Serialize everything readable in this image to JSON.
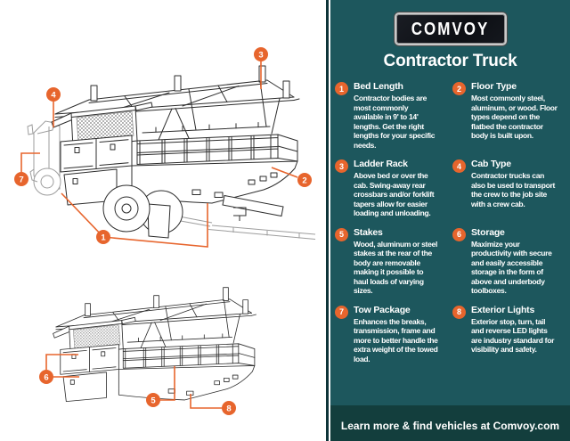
{
  "brand": {
    "logo_text": "COMVOY"
  },
  "header": {
    "title": "Contractor Truck"
  },
  "features": [
    {
      "num": "1",
      "title": "Bed Length",
      "desc": "Contractor bodies are\nmost commonly\navailable in 9' to 14'\nlengths. Get the right\nlengths for your specific\nneeds."
    },
    {
      "num": "2",
      "title": "Floor Type",
      "desc": "Most commonly steel,\naluminum, or wood. Floor\ntypes depend on the\nflatbed the contractor\nbody is built upon."
    },
    {
      "num": "3",
      "title": "Ladder Rack",
      "desc": "Above bed or over the\ncab. Swing-away rear\ncrossbars and/or forklift\ntapers allow for easier\nloading and unloading."
    },
    {
      "num": "4",
      "title": "Cab Type",
      "desc": "Contractor trucks can\nalso be used to transport\nthe crew to the job site\nwith a crew cab."
    },
    {
      "num": "5",
      "title": "Stakes",
      "desc": "Wood, aluminum or steel\nstakes at the rear of the\nbody are removable\nmaking it possible to\nhaul loads of varying\nsizes."
    },
    {
      "num": "6",
      "title": "Storage",
      "desc": "Maximize your\nproductivity with secure\nand easily accessible\nstorage in the form of\nabove and underbody\ntoolboxes."
    },
    {
      "num": "7",
      "title": "Tow Package",
      "desc": "Enhances the breaks,\ntransmission, frame and\nmore to better handle the\nextra weight of the towed\nload."
    },
    {
      "num": "8",
      "title": "Exterior Lights",
      "desc": "Exterior stop, turn, tail\nand reverse LED lights\nare industry standard for\nvisibility and safety."
    }
  ],
  "diagram": {
    "callouts": [
      "1",
      "2",
      "3",
      "4",
      "5",
      "6",
      "7",
      "8"
    ]
  },
  "footer": {
    "text": "Learn more & find vehicles at Comvoy.com"
  },
  "colors": {
    "accent": "#E7652D",
    "panel_bg": "#1D575D",
    "footer_bg": "#133E3D",
    "divider_dark": "#0E3439",
    "line_art": "#2D2D2D",
    "line_art_light": "#9D9D9D",
    "logo_plate": "#15171C",
    "logo_border": "#C9C9C9"
  }
}
